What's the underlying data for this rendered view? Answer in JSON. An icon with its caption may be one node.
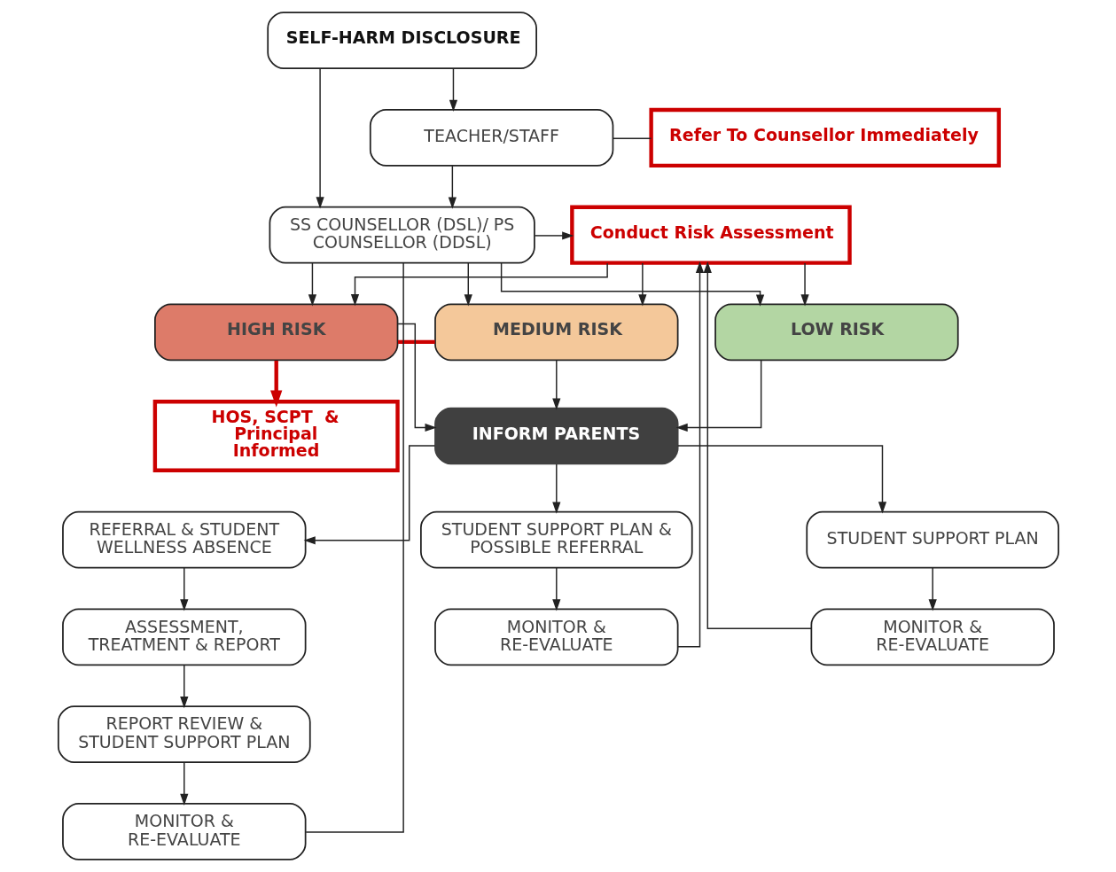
{
  "diagram": {
    "nodes": [
      {
        "text": [
          "SELF-HARM DISCLOSURE"
        ]
      },
      {
        "text": [
          "TEACHER/STAFF"
        ]
      },
      {
        "text": [
          "Refer To Counsellor Immediately"
        ]
      },
      {
        "text": [
          "SS COUNSELLOR (DSL)/ PS COUNSELLOR (DDSL)"
        ]
      },
      {
        "text": [
          "Conduct Risk Assessment"
        ]
      },
      {
        "text": [
          "HIGH RISK"
        ]
      },
      {
        "text": [
          "MEDIUM RISK"
        ]
      },
      {
        "text": [
          "LOW RISK"
        ]
      },
      {
        "text": [
          "HOS, SCPT  & Principal Informed"
        ]
      },
      {
        "text": [
          "INFORM PARENTS"
        ]
      },
      {
        "text": [
          "REFERRAL & STUDENT WELLNESS ABSENCE"
        ]
      },
      {
        "text": [
          "STUDENT SUPPORT PLAN & POSSIBLE REFERRAL"
        ]
      },
      {
        "text": [
          "STUDENT SUPPORT PLAN"
        ]
      },
      {
        "text": [
          "ASSESSMENT, TREATMENT & REPORT"
        ]
      },
      {
        "text": [
          "MONITOR & RE-EVALUATE"
        ]
      },
      {
        "text": [
          "MONITOR & RE-EVALUATE"
        ]
      },
      {
        "text": [
          "REPORT REVIEW & STUDENT SUPPORT PLAN"
        ]
      },
      {
        "text": [
          "MONITOR & RE-EVALUATE"
        ]
      }
    ],
    "edges": [
      {
        "from": 0,
        "to": 1,
        "arrow": "to"
      },
      {
        "from": 0,
        "to": 3,
        "arrow": "to"
      },
      {
        "from": 1,
        "to": 2,
        "arrow": "none"
      },
      {
        "from": 1,
        "to": 3,
        "arrow": "to"
      },
      {
        "from": 3,
        "to": 4,
        "arrow": "to"
      },
      {
        "from": 3,
        "to": 5,
        "arrow": "to"
      },
      {
        "from": 3,
        "to": 6,
        "arrow": "to"
      },
      {
        "from": 3,
        "to": 7,
        "arrow": "to"
      },
      {
        "from": 4,
        "to": 5,
        "arrow": "to"
      },
      {
        "from": 4,
        "to": 6,
        "arrow": "to"
      },
      {
        "from": 4,
        "to": 7,
        "arrow": "to"
      },
      {
        "from": 5,
        "to": 6,
        "arrow": "none",
        "style": "thick",
        "color": "#cc0000"
      },
      {
        "from": 5,
        "to": 8,
        "arrow": "to",
        "style": "thick",
        "color": "#cc0000"
      },
      {
        "from": 5,
        "to": 9,
        "arrow": "to"
      },
      {
        "from": 6,
        "to": 9,
        "arrow": "to"
      },
      {
        "from": 7,
        "to": 9,
        "arrow": "to"
      },
      {
        "from": 9,
        "to": 10,
        "arrow": "to"
      },
      {
        "from": 9,
        "to": 11,
        "arrow": "to"
      },
      {
        "from": 9,
        "to": 12,
        "arrow": "to"
      },
      {
        "from": 10,
        "to": 13,
        "arrow": "to"
      },
      {
        "from": 11,
        "to": 14,
        "arrow": "to"
      },
      {
        "from": 12,
        "to": 15,
        "arrow": "to"
      },
      {
        "from": 13,
        "to": 16,
        "arrow": "to"
      },
      {
        "from": 16,
        "to": 17,
        "arrow": "to"
      },
      {
        "from": 17,
        "to": 3,
        "arrow": "none"
      },
      {
        "from": 14,
        "to": 4,
        "arrow": "to"
      },
      {
        "from": 15,
        "to": 4,
        "arrow": "to"
      }
    ]
  }
}
